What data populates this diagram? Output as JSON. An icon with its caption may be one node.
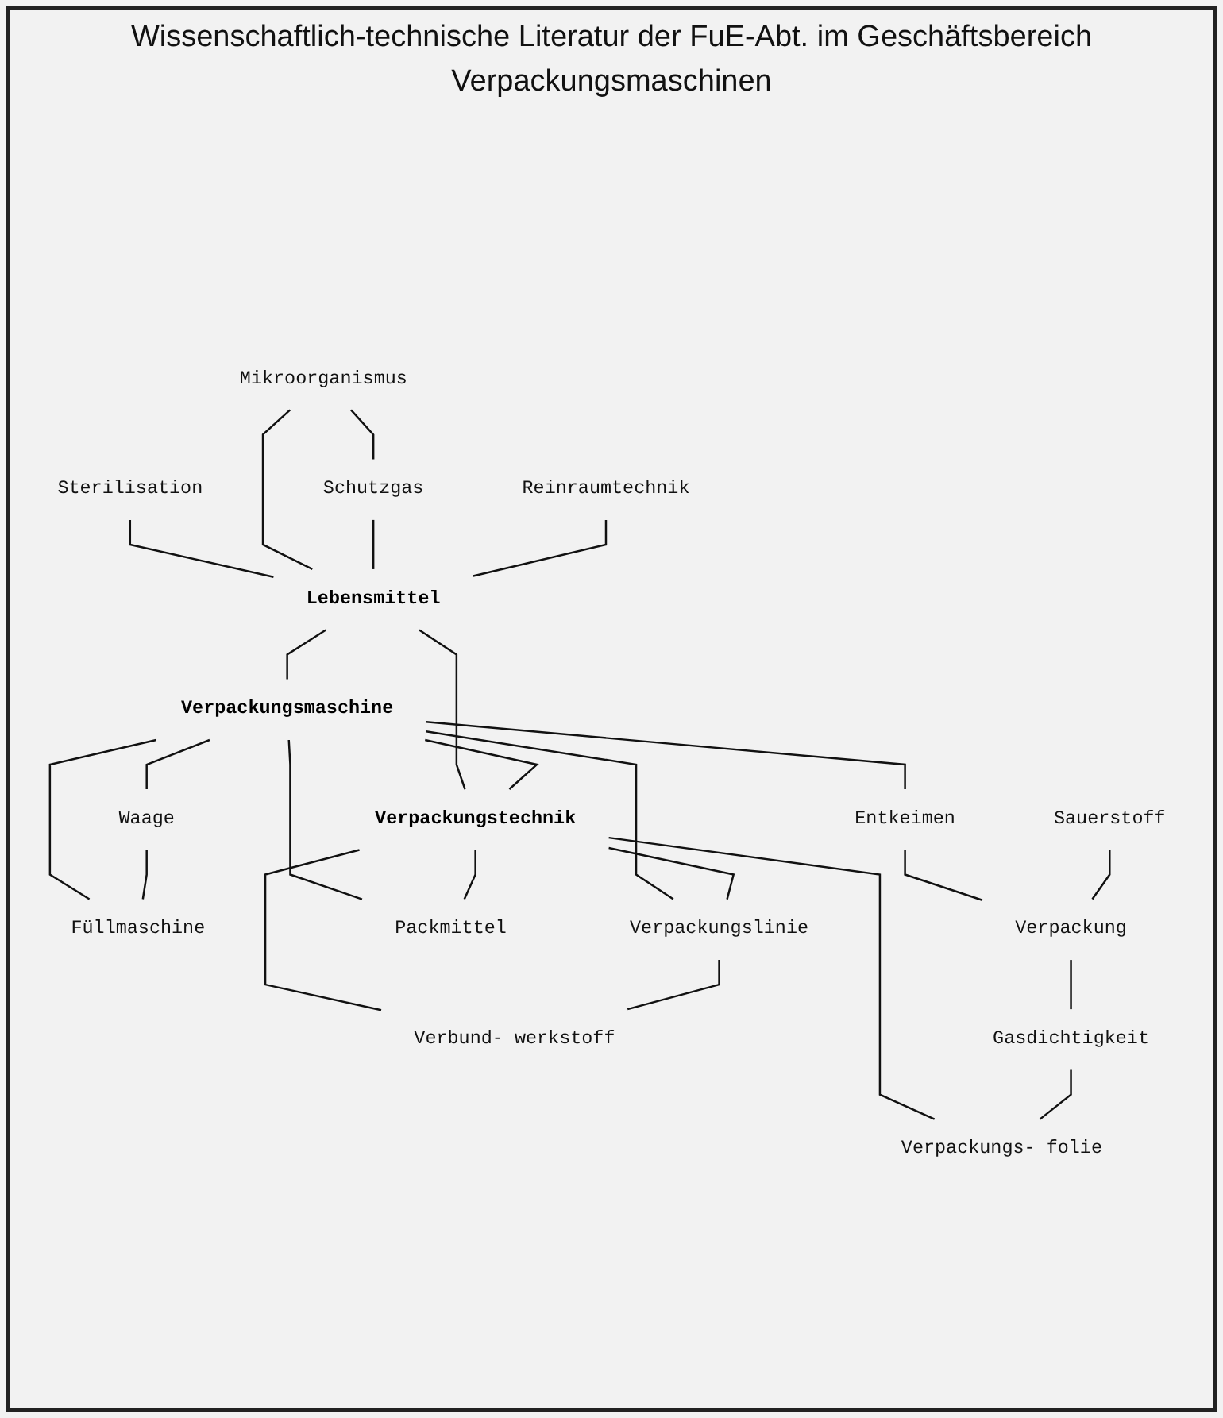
{
  "diagram": {
    "title": "Wissenschaftlich-technische Literatur der FuE-Abt. im Geschäftsbereich Verpackungsmaschinen",
    "nodes": [
      {
        "text": [
          "Sterilisation"
        ]
      },
      {
        "text": [
          "Mikroorganismus"
        ]
      },
      {
        "text": [
          "Schutzgas"
        ]
      },
      {
        "text": [
          "Reinraumtechnik"
        ]
      },
      {
        "text": [
          "Lebensmittel"
        ]
      },
      {
        "text": [
          "Verpackungsmaschine"
        ]
      },
      {
        "text": [
          "Verpackungstechnik"
        ]
      },
      {
        "text": [
          "Waage"
        ]
      },
      {
        "text": [
          "Füllmaschine"
        ]
      },
      {
        "text": [
          "Verpackungslinie"
        ]
      },
      {
        "text": [
          "Verbund- werkstoff"
        ]
      },
      {
        "text": [
          "Packmittel"
        ]
      },
      {
        "text": [
          "Entkeimen"
        ]
      },
      {
        "text": [
          "Verpackungs- folie"
        ]
      },
      {
        "text": [
          "Sauerstoff"
        ]
      },
      {
        "text": [
          "Verpackung"
        ]
      },
      {
        "text": [
          "Gasdichtigkeit"
        ]
      }
    ],
    "edges": [
      {
        "from": 1,
        "to": 2,
        "arrow": "none"
      },
      {
        "from": 0,
        "to": 4,
        "arrow": "none"
      },
      {
        "from": 1,
        "to": 4,
        "arrow": "none"
      },
      {
        "from": 2,
        "to": 4,
        "arrow": "none"
      },
      {
        "from": 3,
        "to": 4,
        "arrow": "none"
      },
      {
        "from": 4,
        "to": 5,
        "arrow": "none"
      },
      {
        "from": 4,
        "to": 6,
        "arrow": "none"
      },
      {
        "from": 5,
        "to": 6,
        "arrow": "none"
      },
      {
        "from": 5,
        "to": 7,
        "arrow": "none"
      },
      {
        "from": 5,
        "to": 8,
        "arrow": "none"
      },
      {
        "from": 7,
        "to": 8,
        "arrow": "none"
      },
      {
        "from": 5,
        "to": 12,
        "arrow": "none"
      },
      {
        "from": 5,
        "to": 11,
        "arrow": "none"
      },
      {
        "from": 5,
        "to": 9,
        "arrow": "none"
      },
      {
        "from": 6,
        "to": 9,
        "arrow": "none"
      },
      {
        "from": 6,
        "to": 11,
        "arrow": "none"
      },
      {
        "from": 6,
        "to": 10,
        "arrow": "none"
      },
      {
        "from": 6,
        "to": 13,
        "arrow": "none"
      },
      {
        "from": 9,
        "to": 10,
        "arrow": "none"
      },
      {
        "from": 12,
        "to": 15,
        "arrow": "none"
      },
      {
        "from": 14,
        "to": 15,
        "arrow": "none"
      },
      {
        "from": 15,
        "to": 16,
        "arrow": "none"
      },
      {
        "from": 16,
        "to": 13,
        "arrow": "none"
      }
    ]
  }
}
